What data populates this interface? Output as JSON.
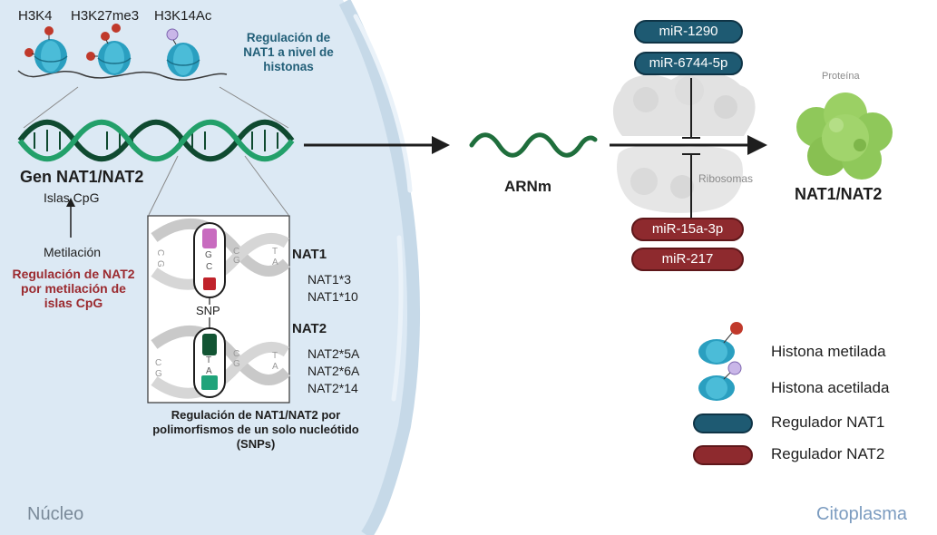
{
  "histones": {
    "title": "Regulación de NAT1 a nivel de histonas",
    "marks": [
      "H3K4",
      "H3K27me3",
      "H3K14Ac"
    ]
  },
  "gene": {
    "label": "Gen NAT1/NAT2",
    "cpg": "Islas CpG",
    "methylation": "Metilación",
    "methylation_regulation": "Regulación de NAT2 por metilación de islas CpG"
  },
  "snp": {
    "label": "SNP",
    "nat1_title": "NAT1",
    "nat1_alleles": [
      "NAT1*3",
      "NAT1*10"
    ],
    "nat2_title": "NAT2",
    "nat2_alleles": [
      "NAT2*5A",
      "NAT2*6A",
      "NAT2*14"
    ],
    "caption": "Regulación de NAT1/NAT2 por polimorfismos de un solo nucleótido (SNPs)",
    "bases_top": [
      "C",
      "G",
      "G",
      "C",
      "C",
      "G",
      "T",
      "A"
    ],
    "bases_bottom": [
      "C",
      "G",
      "T",
      "A",
      "C",
      "G",
      "T",
      "A"
    ]
  },
  "mrna": {
    "label": "ARNm"
  },
  "regulators": {
    "nat1": [
      "miR-1290",
      "miR-6744-5p"
    ],
    "nat2": [
      "miR-15a-3p",
      "miR-217"
    ]
  },
  "ribosome": {
    "label": "Ribosomas"
  },
  "protein": {
    "top_label": "Proteína",
    "label": "NAT1/NAT2"
  },
  "compartments": {
    "nucleus": "Núcleo",
    "cytoplasm": "Citoplasma"
  },
  "legend": {
    "methylated": "Histona metilada",
    "acetylated": "Histona acetilada",
    "reg_nat1": "Regulador NAT1",
    "reg_nat2": "Regulador NAT2"
  },
  "colors": {
    "nucleus": "#dce9f4",
    "nuclear_membrane": "#c6d9e8",
    "nat1_regulator": "#1e5a72",
    "nat2_regulator": "#8e2a2e",
    "dna_green": "#1d8a5a",
    "dna_dark": "#0f4a30",
    "histone": "#2aa4c4",
    "protein": "#8fc85a",
    "cytoplasm_text": "#7c9cc0",
    "nat2_text": "#9b2a2f"
  }
}
